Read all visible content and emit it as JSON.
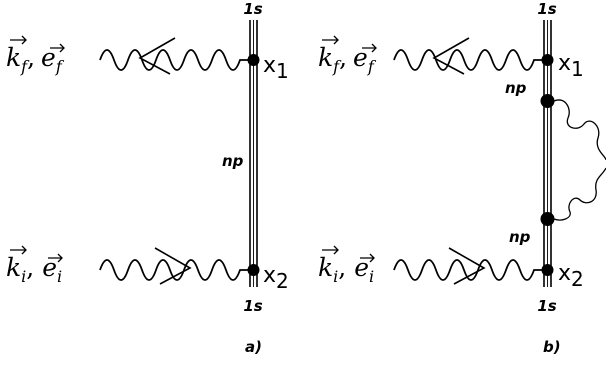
{
  "diagram_a": {
    "top_state": "1s",
    "bottom_state": "1s",
    "intermediate_state": "np",
    "vertex_top": "x",
    "vertex_top_sub": "1",
    "vertex_bottom": "x",
    "vertex_bottom_sub": "2",
    "outgoing_photon_k": "k",
    "outgoing_photon_k_sub": "f",
    "outgoing_photon_e": "e",
    "outgoing_photon_e_sub": "f",
    "incoming_photon_k": "k",
    "incoming_photon_k_sub": "i",
    "incoming_photon_e": "e",
    "incoming_photon_e_sub": "i",
    "separator": ",",
    "caption": "a)"
  },
  "diagram_b": {
    "top_state": "1s",
    "bottom_state": "1s",
    "intermediate_state_upper": "np",
    "intermediate_state_lower": "np",
    "vertex_top": "x",
    "vertex_top_sub": "1",
    "vertex_bottom": "x",
    "vertex_bottom_sub": "2",
    "outgoing_photon_k": "k",
    "outgoing_photon_k_sub": "f",
    "outgoing_photon_e": "e",
    "outgoing_photon_e_sub": "f",
    "incoming_photon_k": "k",
    "incoming_photon_k_sub": "i",
    "incoming_photon_e": "e",
    "incoming_photon_e_sub": "i",
    "separator": ",",
    "caption": "b)"
  }
}
